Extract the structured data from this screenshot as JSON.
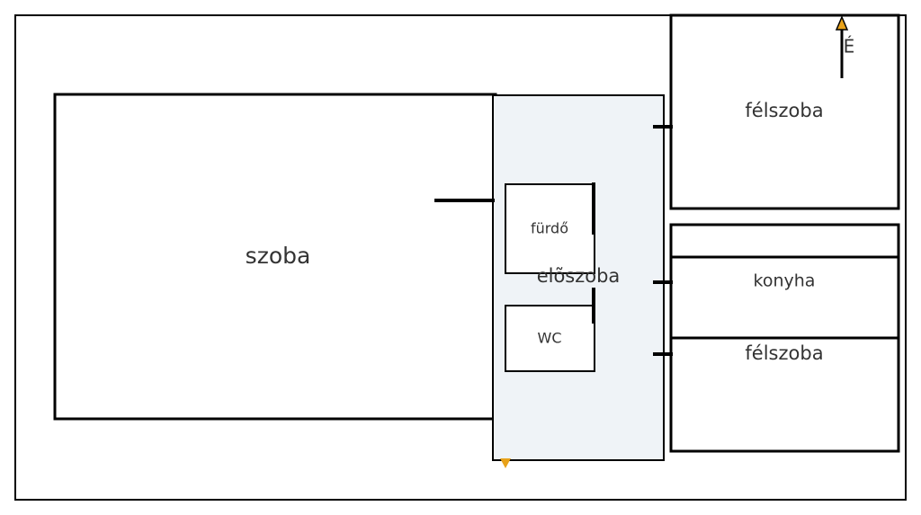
{
  "rooms": {
    "szoba": "szoba",
    "eloszoba": "elõszoba",
    "furdo": "fürdő",
    "wc": "WC",
    "felszoba_top": "félszoba",
    "konyha": "konyha",
    "felszoba_bottom": "félszoba"
  },
  "compass": {
    "label": "É"
  },
  "colors": {
    "hall_fill": "#eff3f7",
    "accent": "#e8a21a",
    "wall": "#000000",
    "text": "#333333"
  }
}
